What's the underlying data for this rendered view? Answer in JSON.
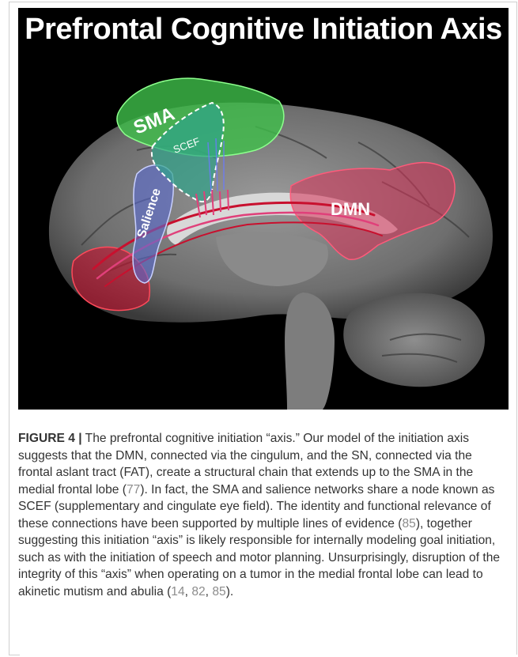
{
  "figure": {
    "title": "Prefrontal Cognitive Initiation Axis",
    "labels": {
      "sma": "SMA",
      "scef": "SCEF",
      "salience": "Salience",
      "dmn": "DMN"
    },
    "colors": {
      "sma": "#3fbf4a",
      "scef": "#2fa48a",
      "salience": "#5a6ad0",
      "dmn": "#d8335a",
      "tract_pink": "#e0407a",
      "tract_red": "#c8102e"
    }
  },
  "caption": {
    "label": "FIGURE 4 |",
    "text_1": " The prefrontal cognitive initiation “axis.” Our model of the initiation axis suggests that the DMN, connected via the cingulum, and the SN, connected via the frontal aslant tract (FAT), create a structural chain that extends up to the SMA in the medial frontal lobe (",
    "ref_1": "77",
    "text_2": "). In fact, the SMA and salience networks share a node known as SCEF (supplementary and cingulate eye field). The identity and functional relevance of these connections have been supported by multiple lines of evidence (",
    "ref_2": "85",
    "text_3": "), together suggesting this initiation “axis” is likely responsible for internally modeling goal initiation, such as with the initiation of speech and motor planning. Unsurprisingly, disruption of the integrity of this “axis” when operating on a tumor in the medial frontal lobe can lead to akinetic mutism and abulia (",
    "ref_3": "14",
    "sep_1": ", ",
    "ref_4": "82",
    "sep_2": ", ",
    "ref_5": "85",
    "text_4": ")."
  }
}
